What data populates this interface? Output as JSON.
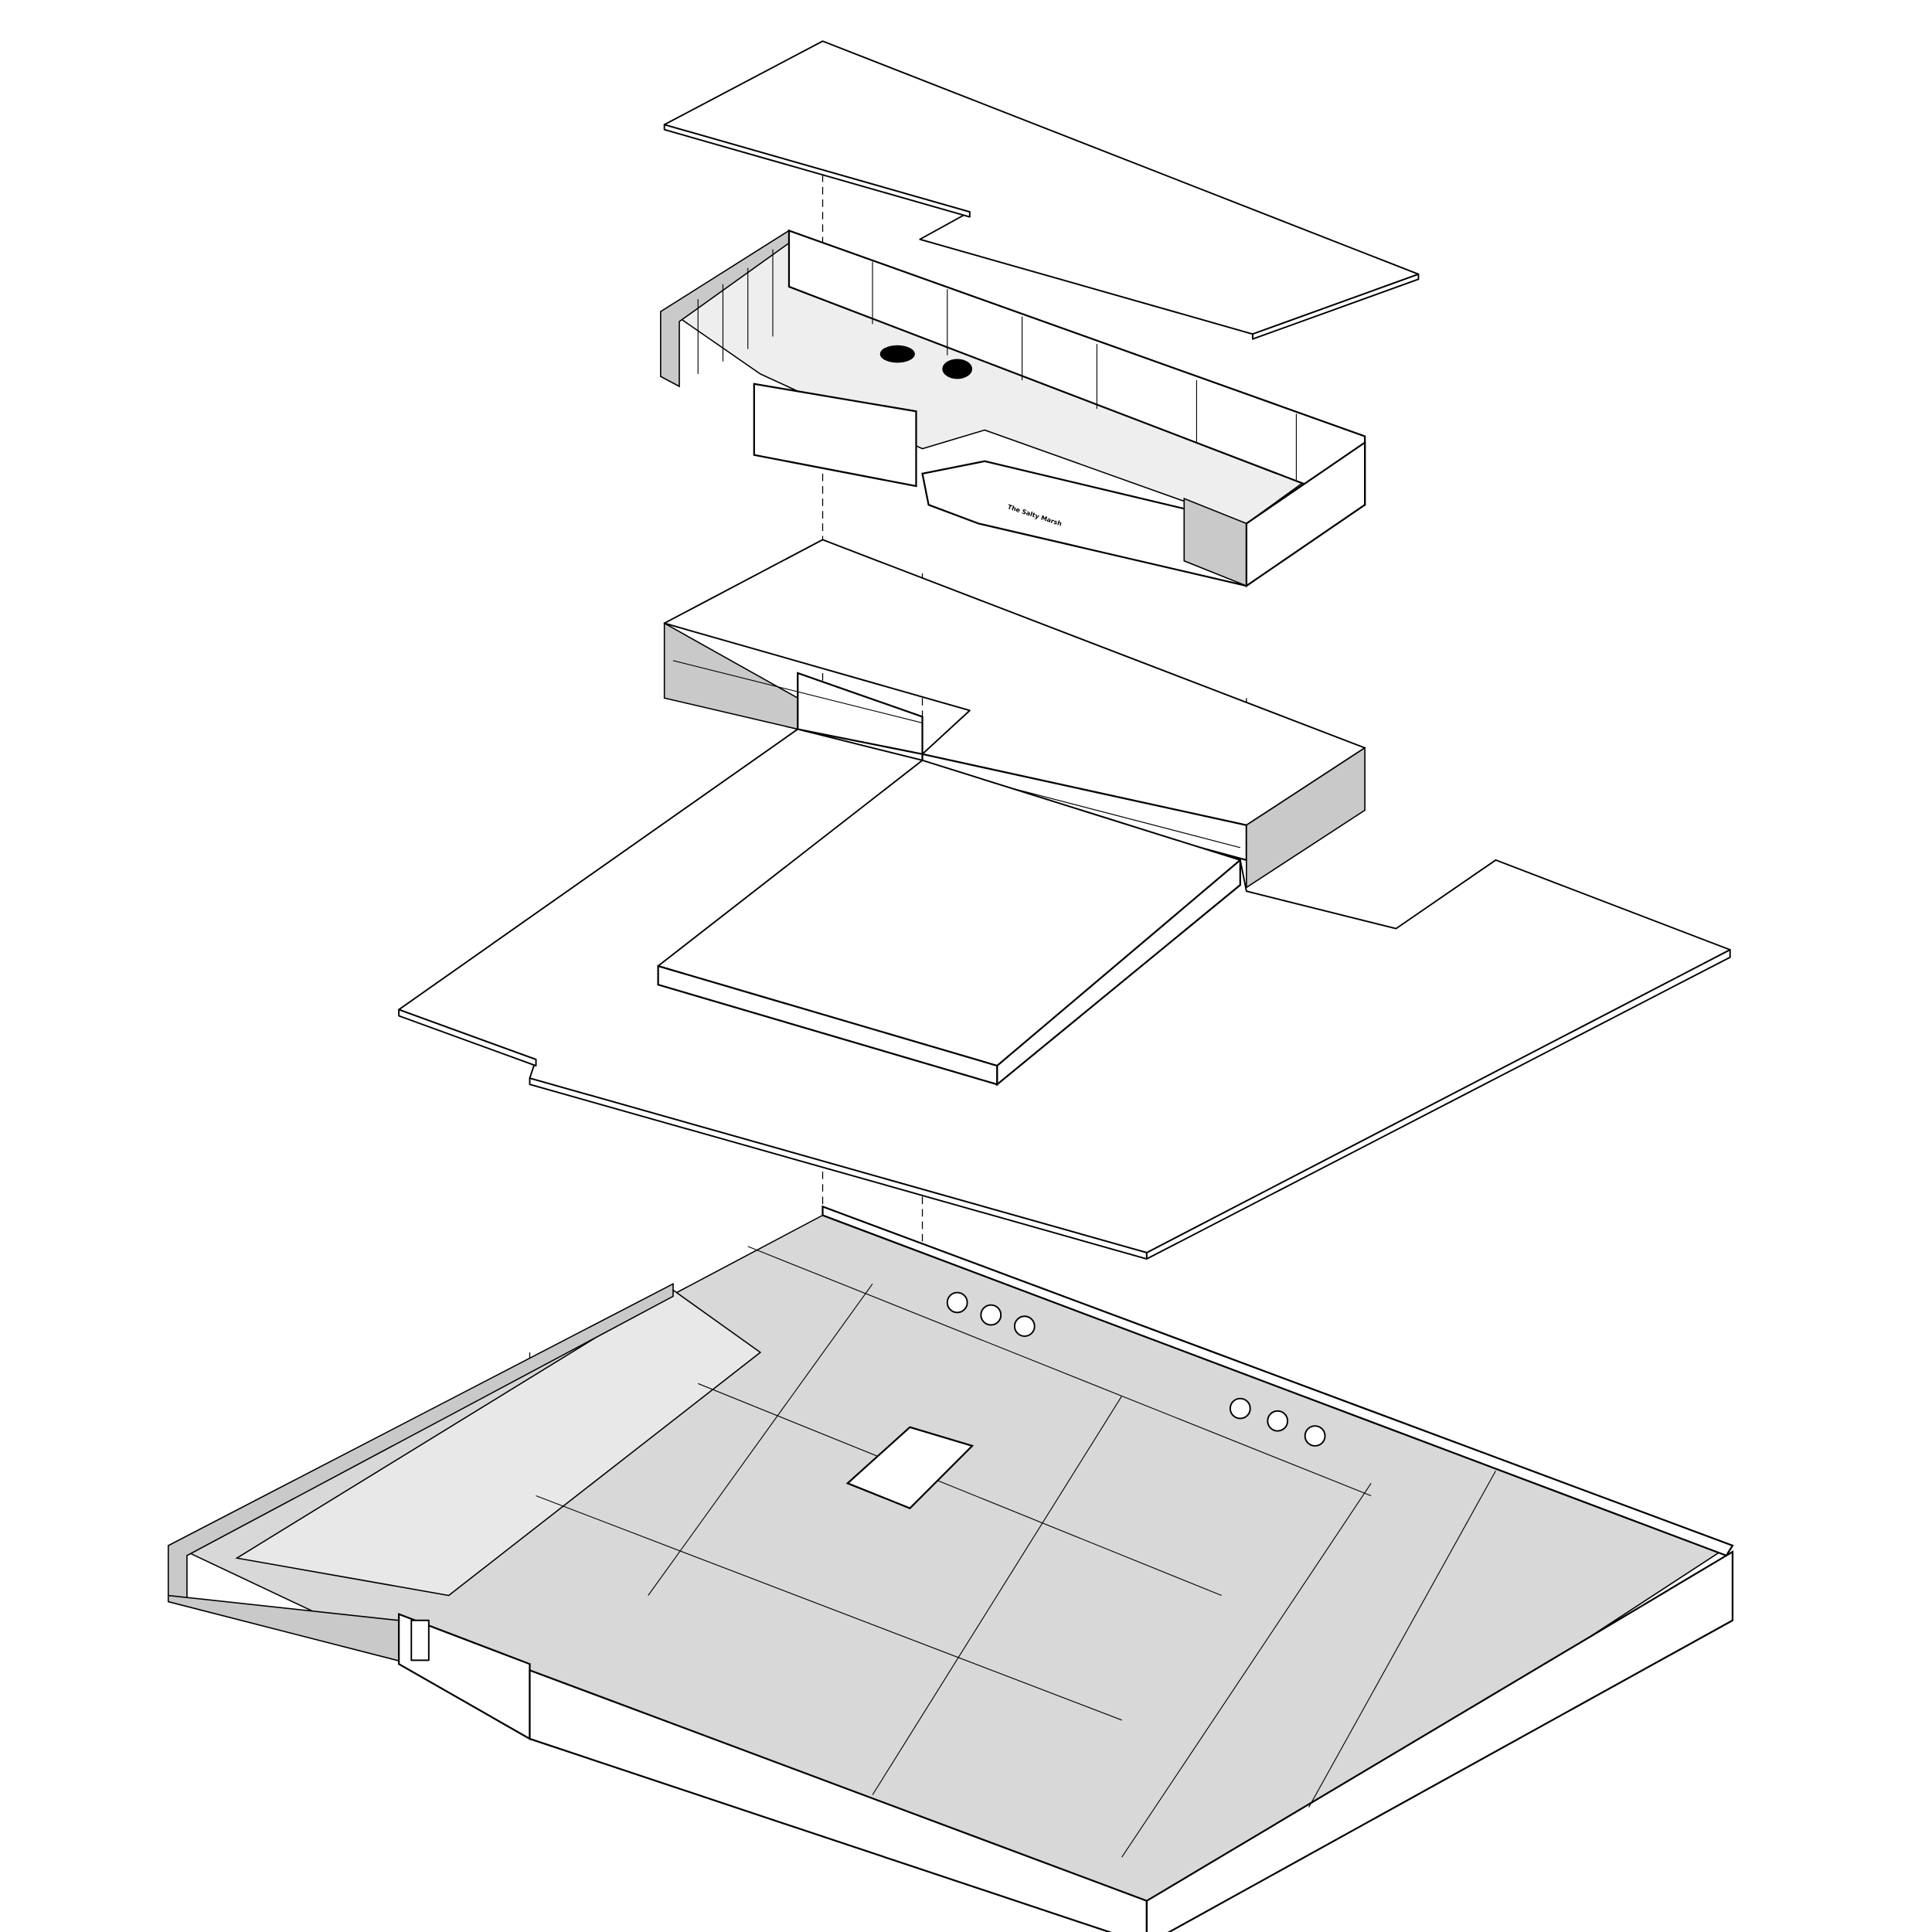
{
  "drawing": {
    "type": "exploded axonometric floor plans",
    "levels": [
      "roof-upper",
      "upper-floor",
      "middle-roof",
      "roof-slab",
      "ground-floor"
    ],
    "colors": {
      "line": "#000000",
      "fill": "#ffffff",
      "floor": "#d8d8d8",
      "wall": "#c9c9c9"
    }
  },
  "labels": {
    "sign": "The Salty Marsh"
  }
}
